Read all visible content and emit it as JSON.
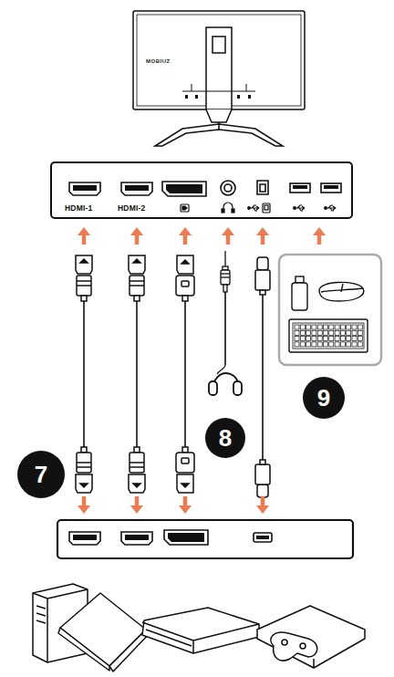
{
  "diagram": {
    "nodes": [
      {
        "text": [
          "HDMI-1",
          "HDMI-2"
        ]
      },
      {
        "text": [
          "7"
        ]
      },
      {
        "text": [
          "8"
        ]
      },
      {
        "text": [
          "9"
        ]
      }
    ],
    "labels": [
      "MOBIUZ"
    ]
  }
}
